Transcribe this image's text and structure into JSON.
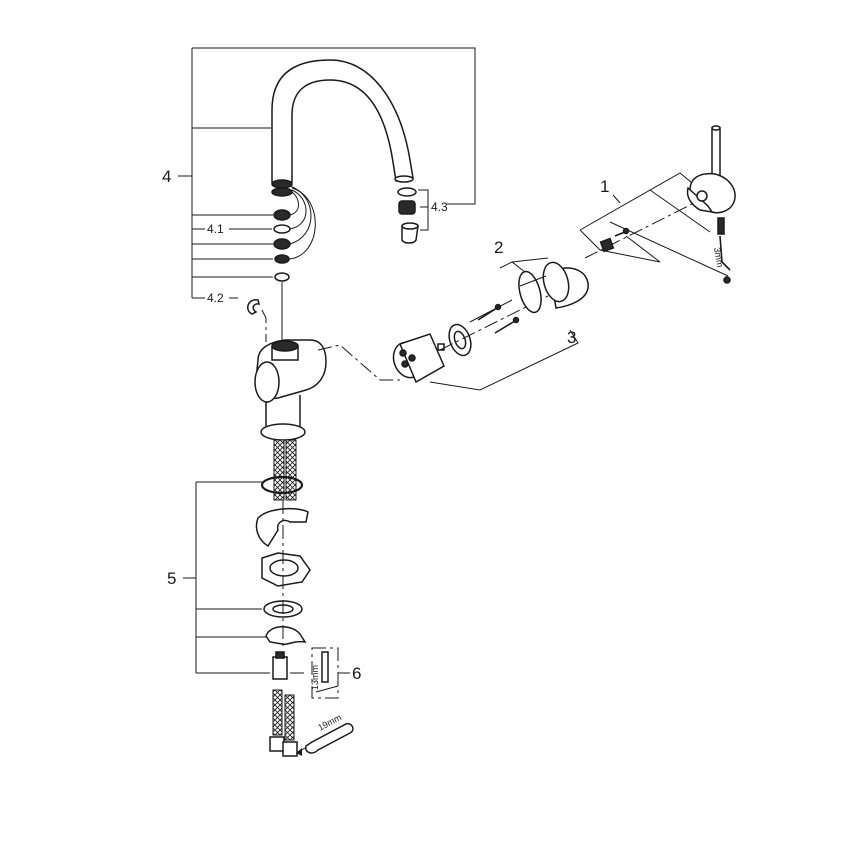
{
  "diagram": {
    "type": "exploded-parts-diagram",
    "subject": "single-lever kitchen faucet with C-spout",
    "background": "#ffffff",
    "line_color": "#1a1a1a"
  },
  "labels": {
    "part_1": "1",
    "part_2": "2",
    "part_3": "3",
    "part_4": "4",
    "part_4_1": "4.1",
    "part_4_2": "4.2",
    "part_4_3": "4.3",
    "part_5": "5",
    "part_6": "6"
  },
  "tool_sizes": {
    "hex_key": "3mm",
    "wrench_13": "13mm",
    "wrench_19": "19mm"
  },
  "parts": [
    {
      "id": "1",
      "description": "lever handle with hex screw and set screw"
    },
    {
      "id": "2",
      "description": "cover cap with o-ring"
    },
    {
      "id": "3",
      "description": "cartridge retaining nut and screws"
    },
    {
      "id": "4",
      "description": "C-spout assembly with seals"
    },
    {
      "id": "4.1",
      "description": "spout o-ring"
    },
    {
      "id": "4.2",
      "description": "retaining clip"
    },
    {
      "id": "4.3",
      "description": "aerator set"
    },
    {
      "id": "5",
      "description": "mounting set"
    },
    {
      "id": "6",
      "description": "threaded stud"
    }
  ]
}
